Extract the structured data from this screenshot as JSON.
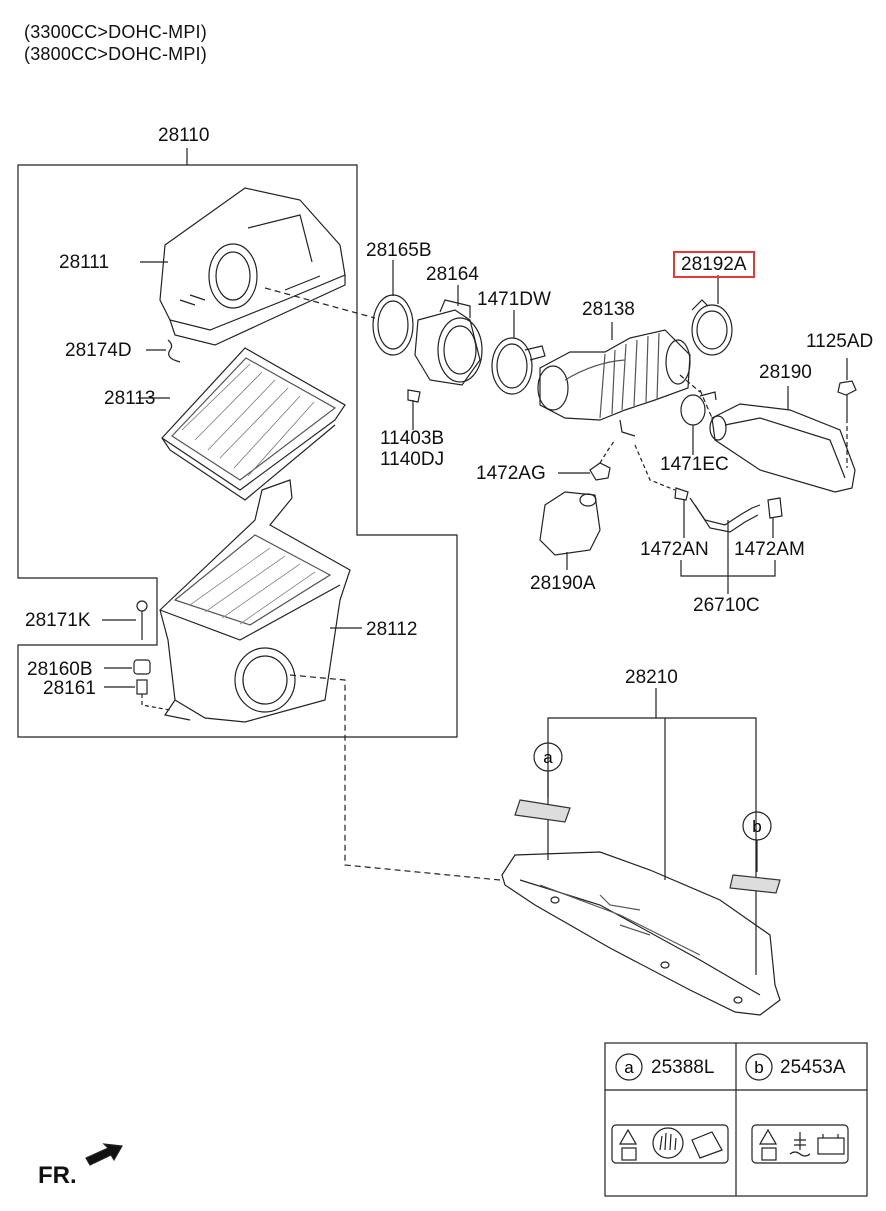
{
  "header": {
    "line1": "(3300CC>DOHC-MPI)",
    "line2": "(3800CC>DOHC-MPI)"
  },
  "labels": {
    "p28110": "28110",
    "p28111": "28111",
    "p28174D": "28174D",
    "p28113": "28113",
    "p28165B": "28165B",
    "p28164": "28164",
    "p1471DW": "1471DW",
    "p28138": "28138",
    "p28192A": "28192A",
    "p1125AD": "1125AD",
    "p28190": "28190",
    "p11403B": "11403B",
    "p1140DJ": "1140DJ",
    "p1472AG": "1472AG",
    "p1471EC": "1471EC",
    "p28190A": "28190A",
    "p1472AN": "1472AN",
    "p1472AM": "1472AM",
    "p26710C": "26710C",
    "p28171K": "28171K",
    "p28112": "28112",
    "p28160B": "28160B",
    "p28161": "28161",
    "p28210": "28210"
  },
  "callouts": {
    "a": "a",
    "b": "b"
  },
  "legend": {
    "a_letter": "a",
    "a_part": "25388L",
    "b_letter": "b",
    "b_part": "25453A"
  },
  "direction_label": "FR.",
  "highlight_color": "#e53935"
}
